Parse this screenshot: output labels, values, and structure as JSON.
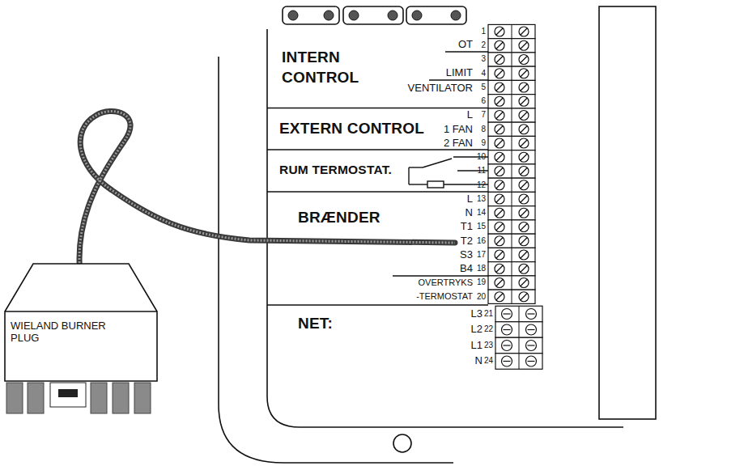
{
  "diagram": {
    "nodes": [
      {
        "text": [
          "INTERN CONTROL",
          "EXTERN CONTROL",
          "RUM TERMOSTAT.",
          "BRÆNDER",
          "NET:"
        ]
      },
      {
        "text": [
          "WIELAND BURNER PLUG"
        ]
      }
    ],
    "edges": [
      {
        "from": 1,
        "to": 0,
        "arrow": "none"
      }
    ],
    "labels": [
      "1",
      "2",
      "3",
      "4",
      "5",
      "6",
      "7",
      "8",
      "9",
      "10",
      "11",
      "12",
      "13",
      "14",
      "15",
      "16",
      "17",
      "18",
      "19",
      "20",
      "21",
      "22",
      "23",
      "24",
      "OT",
      "LIMIT",
      "VENTILATOR",
      "L",
      "1 FAN",
      "2 FAN",
      "L",
      "N",
      "T1",
      "T2",
      "S3",
      "B4",
      "OVERTRYKS",
      "-TERMOSTAT",
      "L3",
      "L2",
      "L1",
      "N"
    ]
  }
}
